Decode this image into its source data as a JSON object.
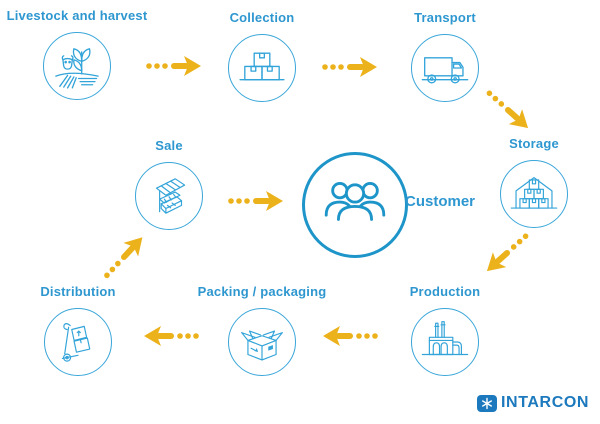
{
  "diagram": {
    "stages": [
      {
        "id": "livestock",
        "label": "Livestock and harvest",
        "icon": "livestock-and-harvest-icon"
      },
      {
        "id": "collection",
        "label": "Collection",
        "icon": "stacked-boxes-icon"
      },
      {
        "id": "transport",
        "label": "Transport",
        "icon": "truck-icon"
      },
      {
        "id": "storage",
        "label": "Storage",
        "icon": "warehouse-boxes-icon"
      },
      {
        "id": "production",
        "label": "Production",
        "icon": "factory-icon"
      },
      {
        "id": "packing",
        "label": "Packing / packaging",
        "icon": "open-box-icon"
      },
      {
        "id": "distribution",
        "label": "Distribution",
        "icon": "hand-truck-icon"
      },
      {
        "id": "sale",
        "label": "Sale",
        "icon": "market-stall-icon"
      }
    ],
    "center": {
      "label": "Customer",
      "icon": "people-group-icon"
    },
    "connections": [
      {
        "from": "Livestock and harvest",
        "to": "Collection"
      },
      {
        "from": "Collection",
        "to": "Transport"
      },
      {
        "from": "Transport",
        "to": "Storage"
      },
      {
        "from": "Storage",
        "to": "Production"
      },
      {
        "from": "Production",
        "to": "Packing / packaging"
      },
      {
        "from": "Packing / packaging",
        "to": "Distribution"
      },
      {
        "from": "Distribution",
        "to": "Sale"
      },
      {
        "from": "Sale",
        "to": "Customer"
      }
    ],
    "colors": {
      "icon_stroke": "#33a4d9",
      "label_text": "#2e97d0",
      "arrow_yellow": "#ecb21c",
      "logo_blue": "#1c79bd"
    }
  },
  "logo": {
    "text": "INTARCON"
  }
}
